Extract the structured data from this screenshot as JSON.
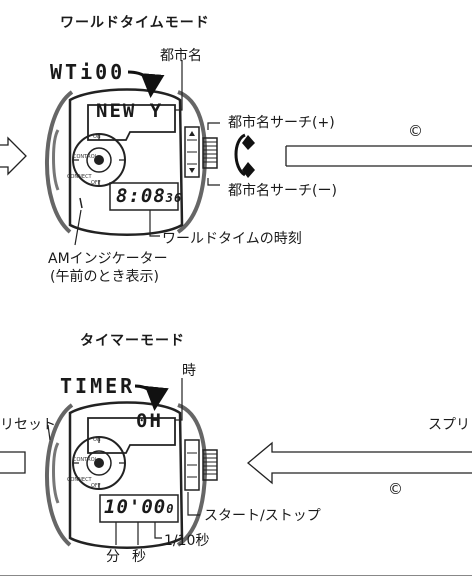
{
  "world_time": {
    "heading": "ワールドタイムモード",
    "indicator": "WTi00",
    "city_display": "NEW Y",
    "city_name_label": "都市名",
    "search_plus_label": "都市名サーチ(+)",
    "search_minus_label": "都市名サーチ(ー)",
    "time_main": "8:08",
    "time_seconds": "36",
    "time_label": "ワールドタイムの時刻",
    "am_label_line1": "AMインジケーター",
    "am_label_line2": "(午前のとき表示)",
    "circled_c": "©"
  },
  "timer": {
    "heading": "タイマーモード",
    "indicator": "TIMER",
    "hours_display": "0H",
    "hour_label": "時",
    "reset_label": "リセット",
    "split_label": "スプリ",
    "time_main": "10'00",
    "time_tenths": "0",
    "start_stop_label": "スタート/ストップ",
    "tenth_label": "1/10秒",
    "minute_label": "分",
    "second_label": "秒",
    "circled_c": "©"
  },
  "button_labels": [
    "ON",
    "CONTROL",
    "OFF",
    "CONNECT"
  ]
}
